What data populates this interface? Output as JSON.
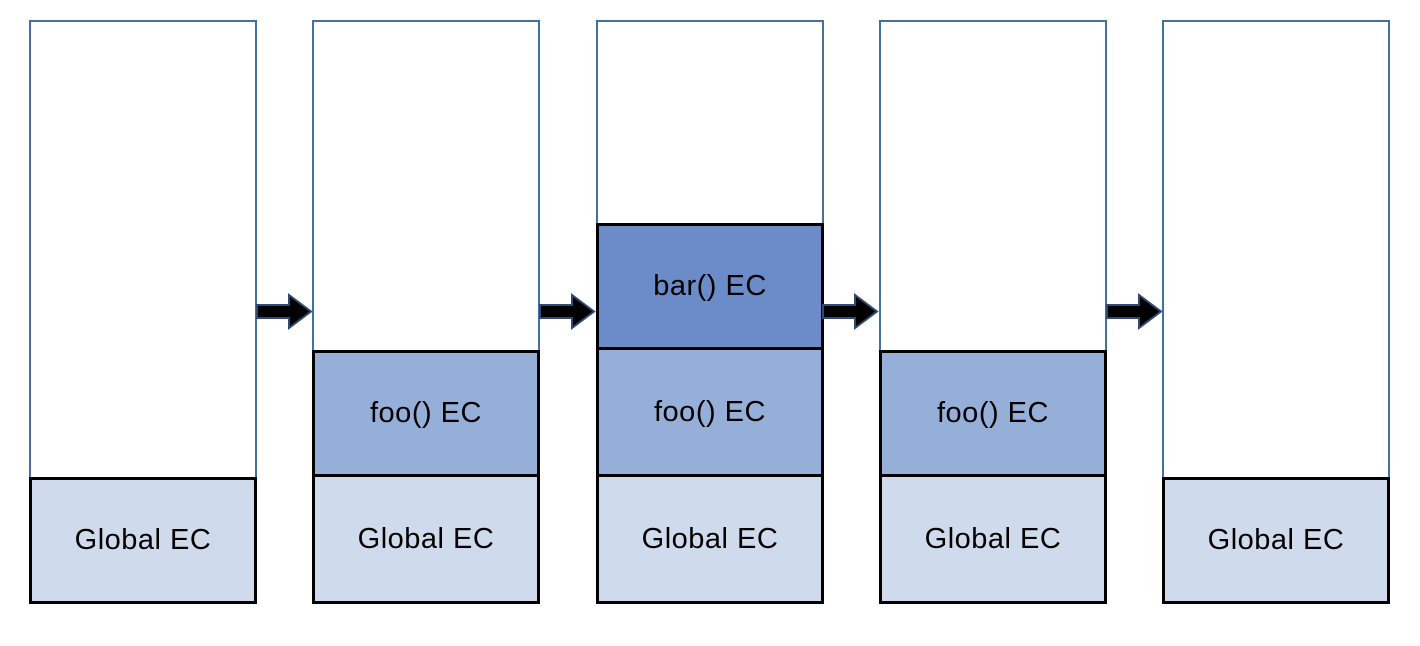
{
  "diagram": {
    "description": "Execution context stack sequence",
    "stacks": [
      {
        "boxes": [
          {
            "label": "Global EC",
            "type": "global"
          }
        ]
      },
      {
        "boxes": [
          {
            "label": "foo() EC",
            "type": "foo"
          },
          {
            "label": "Global EC",
            "type": "global"
          }
        ]
      },
      {
        "boxes": [
          {
            "label": "bar() EC",
            "type": "bar"
          },
          {
            "label": "foo() EC",
            "type": "foo"
          },
          {
            "label": "Global EC",
            "type": "global"
          }
        ]
      },
      {
        "boxes": [
          {
            "label": "foo() EC",
            "type": "foo"
          },
          {
            "label": "Global EC",
            "type": "global"
          }
        ]
      },
      {
        "boxes": [
          {
            "label": "Global EC",
            "type": "global"
          }
        ]
      }
    ],
    "arrows": [
      {
        "icon": "arrow-right-icon"
      },
      {
        "icon": "arrow-right-icon"
      },
      {
        "icon": "arrow-right-icon"
      },
      {
        "icon": "arrow-right-icon"
      }
    ]
  },
  "colors": {
    "global_fill": "#CFDBEC",
    "foo_fill": "#96AFD8",
    "bar_fill": "#6B8CC9",
    "frame_border": "#41719C",
    "box_border": "#000000",
    "arrow_fill": "#000000",
    "arrow_outline": "#2E4B73",
    "text": "#000000",
    "background": "#FFFFFF"
  }
}
